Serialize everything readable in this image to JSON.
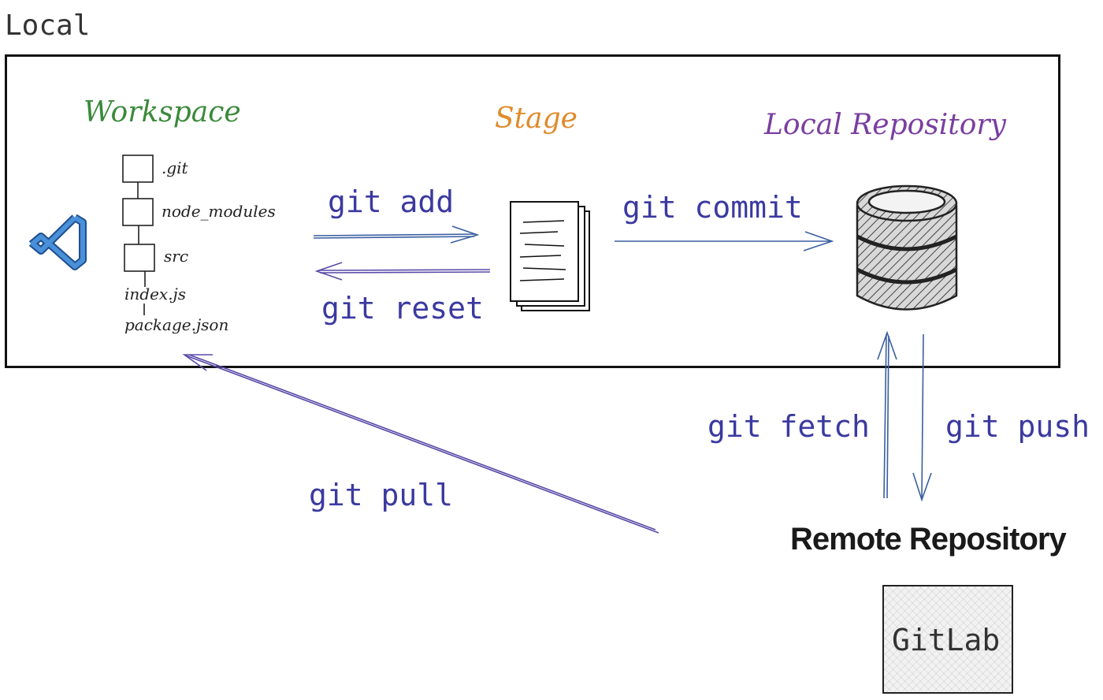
{
  "local": {
    "title": "Local"
  },
  "sections": {
    "workspace": {
      "label": "Workspace",
      "color": "#3a8a3a"
    },
    "stage": {
      "label": "Stage",
      "color": "#e08a2a"
    },
    "local_repository": {
      "label": "Local Repository",
      "color": "#7a3ea0"
    }
  },
  "file_tree": {
    "git": ".git",
    "node_modules": "node_modules",
    "src": "src",
    "index": "index.js",
    "package": "package.json"
  },
  "commands": {
    "add": "git add",
    "commit": "git commit",
    "reset": "git reset",
    "fetch": "git fetch",
    "push": "git push",
    "pull": "git pull",
    "color": "#3b3aa0"
  },
  "remote": {
    "title": "Remote Repository",
    "provider": "GitLab"
  },
  "icons": {
    "editor": "vscode-icon",
    "staged_files": "documents-icon",
    "repository": "database-icon"
  }
}
